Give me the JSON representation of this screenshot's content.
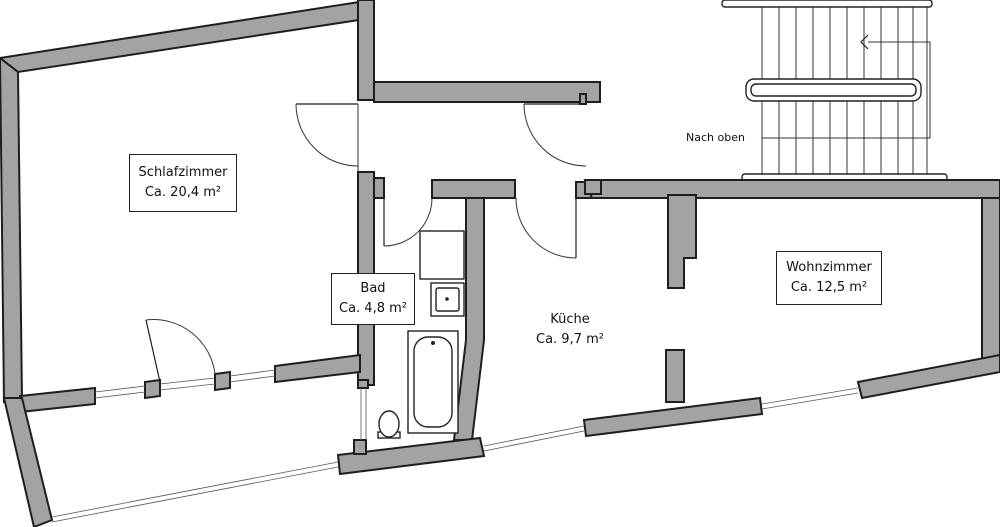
{
  "rooms": {
    "schlafzimmer": {
      "name": "Schlafzimmer",
      "area": "Ca. 20,4 m²"
    },
    "bad": {
      "name": "Bad",
      "area": "Ca. 4,8 m²"
    },
    "kueche": {
      "name": "Küche",
      "area": "Ca. 9,7 m²"
    },
    "wohnzimmer": {
      "name": "Wohnzimmer",
      "area": "Ca. 12,5 m²"
    }
  },
  "stairs": {
    "label": "Nach oben"
  },
  "colors": {
    "wall_fill": "#a3a3a3",
    "wall_outline": "#1e1e1e",
    "background": "#ffffff"
  }
}
